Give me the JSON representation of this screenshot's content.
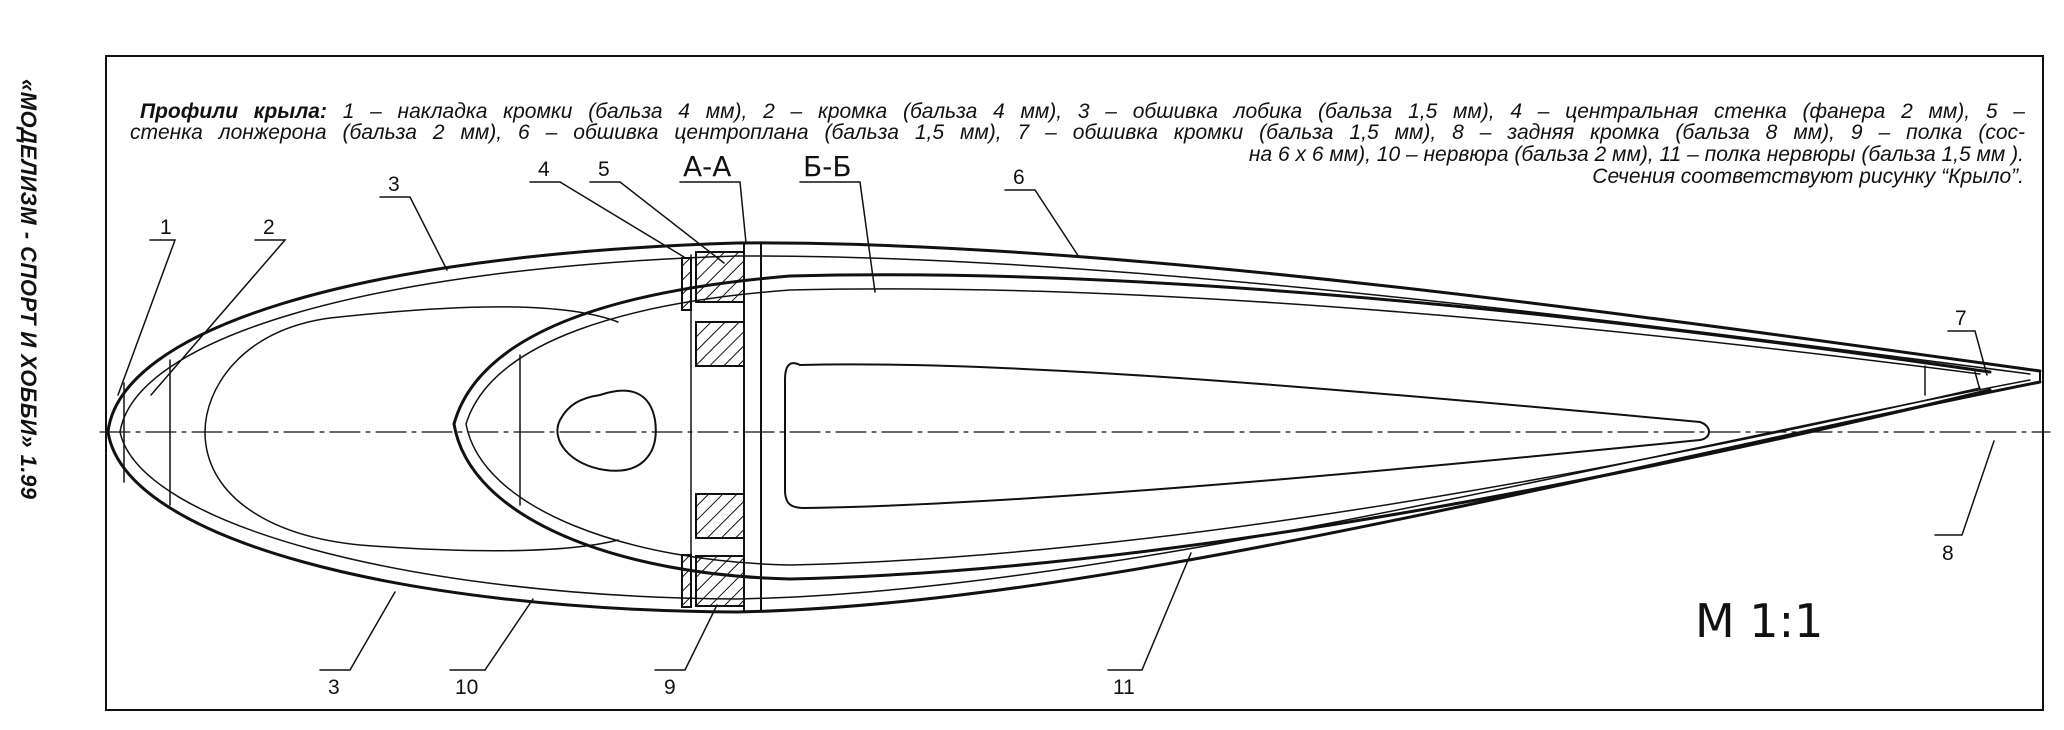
{
  "side_title": "«МОДЕЛИЗМ - СПОРТ И ХОББИ» 1.99",
  "caption": {
    "heading": "Профили крыла:",
    "line1_rest": " 1 – накладка  кромки (бальза 4 мм), 2 –  кромка (бальза 4 мм), 3 – обшивка лобика (бальза 1,5 мм), 4 – центральная стенка  (фанера 2 мм), 5 –",
    "line2": "стенка лонжерона (бальза 2 мм), 6 – обшивка центроплана (бальза 1,5 мм), 7 – обшивка кромки (бальза 1,5 мм), 8 – задняя  кромка (бальза 8 мм), 9 – полка  (сос-",
    "line3": "на 6 х 6 мм), 10 – нервюра (бальза  2 мм), 11 – полка нервюры (бальза 1,5 мм ).",
    "line4": "Сечения  соответствуют рисунку “Крыло”."
  },
  "labels": {
    "l1": "1",
    "l2": "2",
    "l3_top": "3",
    "l4": "4",
    "l5": "5",
    "l6": "6",
    "l7": "7",
    "l8": "8",
    "l3_bottom": "3",
    "l10": "10",
    "l9": "9",
    "l11": "11"
  },
  "sections": {
    "aa": "А-А",
    "bb": "Б-Б"
  },
  "scale": "М 1:1"
}
